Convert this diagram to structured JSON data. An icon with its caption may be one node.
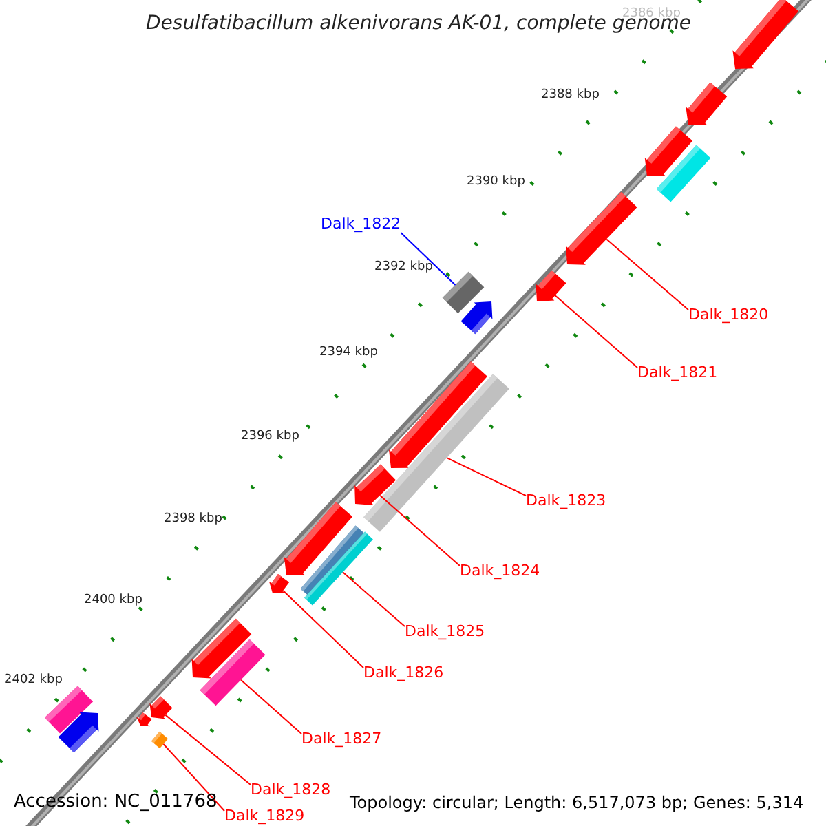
{
  "diagram": {
    "title": "Desulfatibacillum alkenivorans AK-01, complete genome",
    "nodes": [
      {
        "text": [
          "Dalk_1822"
        ]
      },
      {
        "text": [
          "Dalk_1820"
        ]
      },
      {
        "text": [
          "Dalk_1821"
        ]
      },
      {
        "text": [
          "Dalk_1823"
        ]
      },
      {
        "text": [
          "Dalk_1824"
        ]
      },
      {
        "text": [
          "Dalk_1825"
        ]
      },
      {
        "text": [
          "Dalk_1826"
        ]
      },
      {
        "text": [
          "Dalk_1827"
        ]
      },
      {
        "text": [
          "Dalk_1828"
        ]
      },
      {
        "text": [
          "Dalk_1829"
        ]
      },
      {
        "text": [],
        "shape": "arrow"
      },
      {
        "text": [],
        "shape": "arrow"
      },
      {
        "text": [],
        "shape": "arrow"
      },
      {
        "text": [],
        "shape": "bar"
      },
      {
        "text": [],
        "shape": "arrow"
      },
      {
        "text": [],
        "shape": "arrow"
      },
      {
        "text": [],
        "shape": "bar"
      },
      {
        "text": [],
        "shape": "arrow"
      },
      {
        "text": [],
        "shape": "arrow"
      },
      {
        "text": [],
        "shape": "bar"
      },
      {
        "text": [],
        "shape": "arrow"
      },
      {
        "text": [],
        "shape": "arrow"
      },
      {
        "text": [],
        "shape": "bar"
      },
      {
        "text": [],
        "shape": "bar"
      },
      {
        "text": [],
        "shape": "arrow"
      },
      {
        "text": [],
        "shape": "arrow"
      },
      {
        "text": [],
        "shape": "bar"
      },
      {
        "text": [],
        "shape": "bar"
      },
      {
        "text": [],
        "shape": "arrow"
      },
      {
        "text": [],
        "shape": "arrow"
      },
      {
        "text": [],
        "shape": "arrow"
      },
      {
        "text": [],
        "shape": "bar"
      }
    ],
    "edges": [
      {
        "from": 0,
        "to": 16,
        "arrow": "none",
        "color": "#0000ff"
      },
      {
        "from": 1,
        "to": 14,
        "arrow": "none"
      },
      {
        "from": 2,
        "to": 15,
        "arrow": "none"
      },
      {
        "from": 3,
        "to": 19,
        "arrow": "none"
      },
      {
        "from": 4,
        "to": 20,
        "arrow": "none"
      },
      {
        "from": 5,
        "to": 23,
        "arrow": "none"
      },
      {
        "from": 6,
        "to": 24,
        "arrow": "none"
      },
      {
        "from": 7,
        "to": 26,
        "arrow": "none"
      },
      {
        "from": 8,
        "to": 28,
        "arrow": "none"
      },
      {
        "from": 9,
        "to": 31,
        "arrow": "none"
      }
    ],
    "labels": [
      "2386 kbp",
      "2388 kbp",
      "2390 kbp",
      "2392 kbp",
      "2394 kbp",
      "2396 kbp",
      "2398 kbp",
      "2400 kbp",
      "2402 kbp",
      "Accession: NC_011768",
      "Topology: circular; Length: 6,517,073 bp; Genes: 5,314"
    ]
  }
}
